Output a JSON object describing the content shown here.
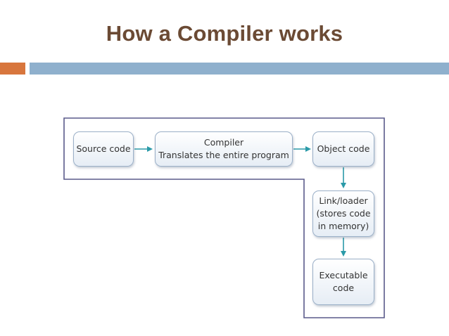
{
  "slide": {
    "title": "How a Compiler works"
  },
  "colors": {
    "title": "#6b4a34",
    "accent_orange": "#d8763d",
    "accent_blue": "#8fb0cd",
    "arrow": "#2a9aa8",
    "outline": "#5a5a8a"
  },
  "diagram": {
    "nodes": {
      "source": {
        "lines": [
          "Source code"
        ]
      },
      "compiler": {
        "lines": [
          "Compiler",
          "Translates the entire program"
        ]
      },
      "object": {
        "lines": [
          "Object code"
        ]
      },
      "link": {
        "lines": [
          "Link/loader",
          "(stores code",
          "in memory)"
        ]
      },
      "exec": {
        "lines": [
          "Executable",
          "code"
        ]
      }
    },
    "edges": [
      {
        "from": "source",
        "to": "compiler"
      },
      {
        "from": "compiler",
        "to": "object"
      },
      {
        "from": "object",
        "to": "link"
      },
      {
        "from": "link",
        "to": "exec"
      }
    ]
  }
}
